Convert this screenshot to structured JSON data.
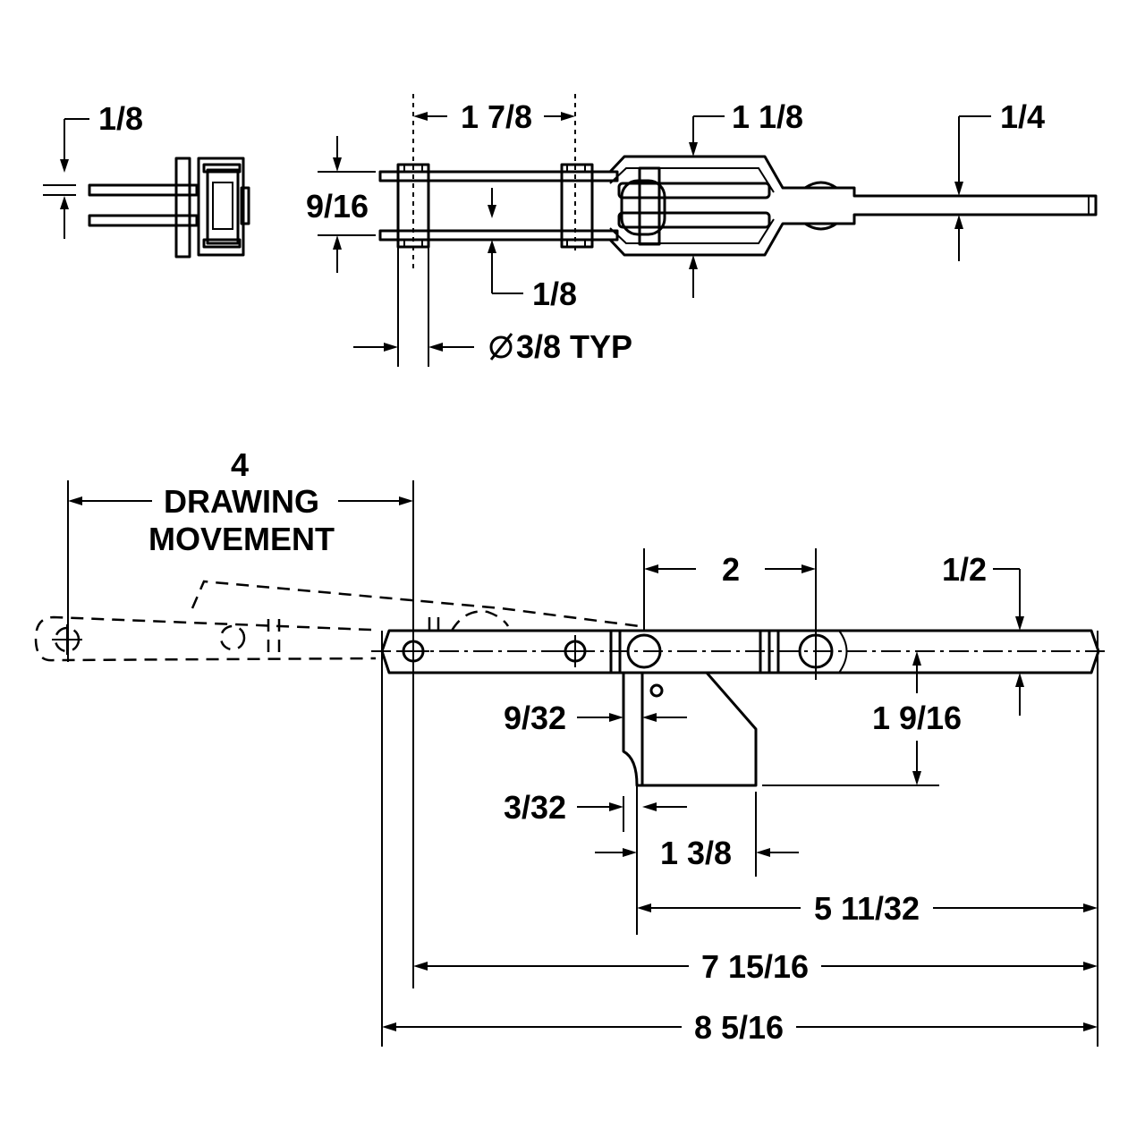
{
  "drawing": {
    "labels": {
      "end_view_thickness": "1/8",
      "pitch_top": "1 7/8",
      "hook_height": "1 1/8",
      "handle_thickness": "1/4",
      "link_height": "9/16",
      "strap_thickness": "1/8",
      "pin_diameter": "3/8 TYP",
      "drawing_movement_value": "4",
      "drawing_movement_line1": "DRAWING",
      "drawing_movement_line2": "MOVEMENT",
      "hole_spacing": "2",
      "handle_width": "1/2",
      "offset_9_32": "9/32",
      "mount_height": "1 9/16",
      "offset_3_32": "3/32",
      "base_length": "1 3/8",
      "length_5_11_32": "5 11/32",
      "length_7_15_16": "7 15/16",
      "overall_length": "8 5/16"
    },
    "icons": {
      "diameter_symbol": "diameter-icon"
    }
  }
}
